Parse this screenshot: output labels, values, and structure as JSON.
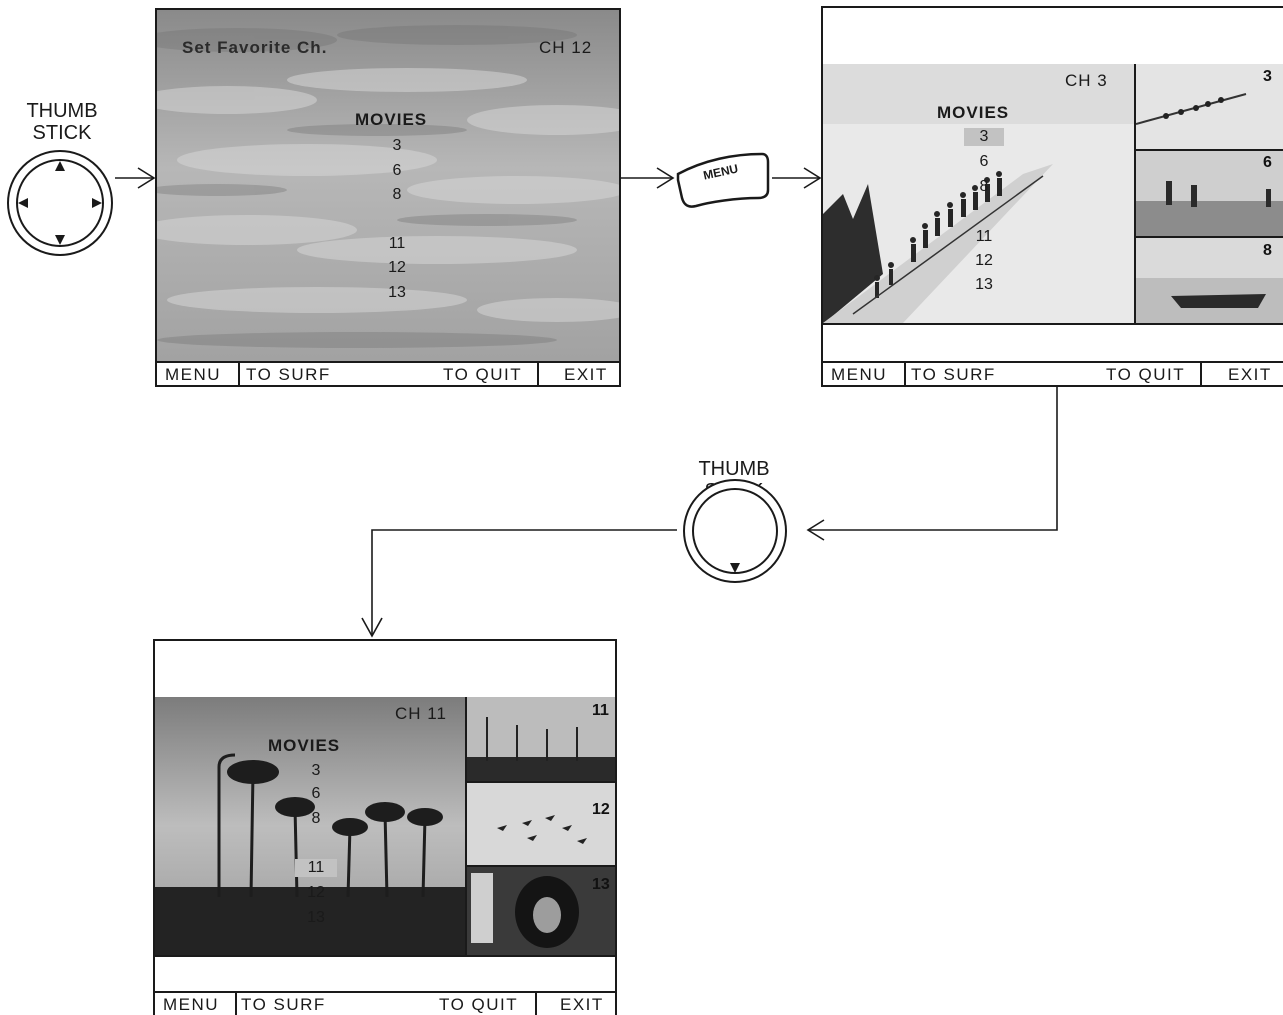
{
  "thumb_stick_label": [
    "THUMB",
    "STICK"
  ],
  "menu_button": {
    "label": "MENU"
  },
  "footer": {
    "menu": "MENU",
    "to_surf": "TO SURF",
    "to_quit": "TO QUIT",
    "exit": "EXIT"
  },
  "screen1": {
    "title": "Set Favorite Ch.",
    "channel": "CH 12",
    "list_heading": "MOVIES",
    "channels": [
      "3",
      "6",
      "8",
      "11",
      "12",
      "13"
    ]
  },
  "screen2": {
    "channel": "CH 3",
    "list_heading": "MOVIES",
    "channels": [
      "3",
      "6",
      "8",
      "11",
      "12",
      "13"
    ],
    "highlighted": "3",
    "thumbnails": [
      "3",
      "6",
      "8"
    ]
  },
  "screen3": {
    "channel": "CH 11",
    "list_heading": "MOVIES",
    "channels": [
      "3",
      "6",
      "8",
      "11",
      "12",
      "13"
    ],
    "highlighted": "11",
    "thumbnails": [
      "11",
      "12",
      "13"
    ]
  },
  "colors": {
    "line": "#1a1a1a",
    "highlight": "#c2c2c2"
  },
  "icons": [
    "thumb-stick-four-way-icon",
    "thumb-stick-down-icon",
    "menu-button-icon",
    "arrow-icon"
  ]
}
